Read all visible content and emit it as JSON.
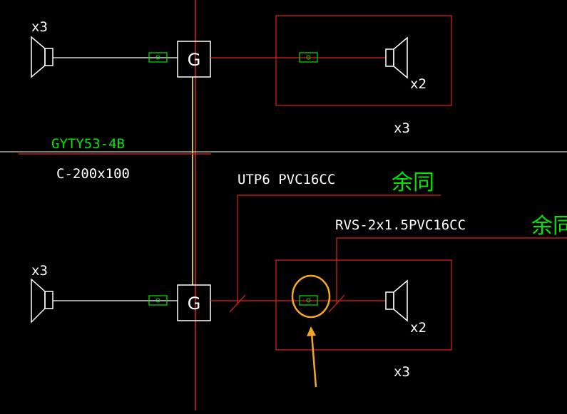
{
  "labels": {
    "top_left_x3": "x3",
    "top_box_x2": "x2",
    "top_box_x3": "x3",
    "gyty": "GYTY53-4B",
    "tray": "C-200x100",
    "utp": "UTP6 PVC16CC",
    "rvs": "RVS-2x1.5PVC16CC",
    "same1": "余同",
    "same2": "余同",
    "bottom_left_x3": "x3",
    "bottom_box_x2": "x2",
    "bottom_box_x3": "x3",
    "g_top": "G",
    "g_bottom": "G"
  },
  "colors": {
    "background": "#000000",
    "wire_red": "#e0201e",
    "wire_yellow": "#ffff66",
    "device_green": "#00e600",
    "white": "#ffffff",
    "highlight_orange": "#f5a623"
  }
}
